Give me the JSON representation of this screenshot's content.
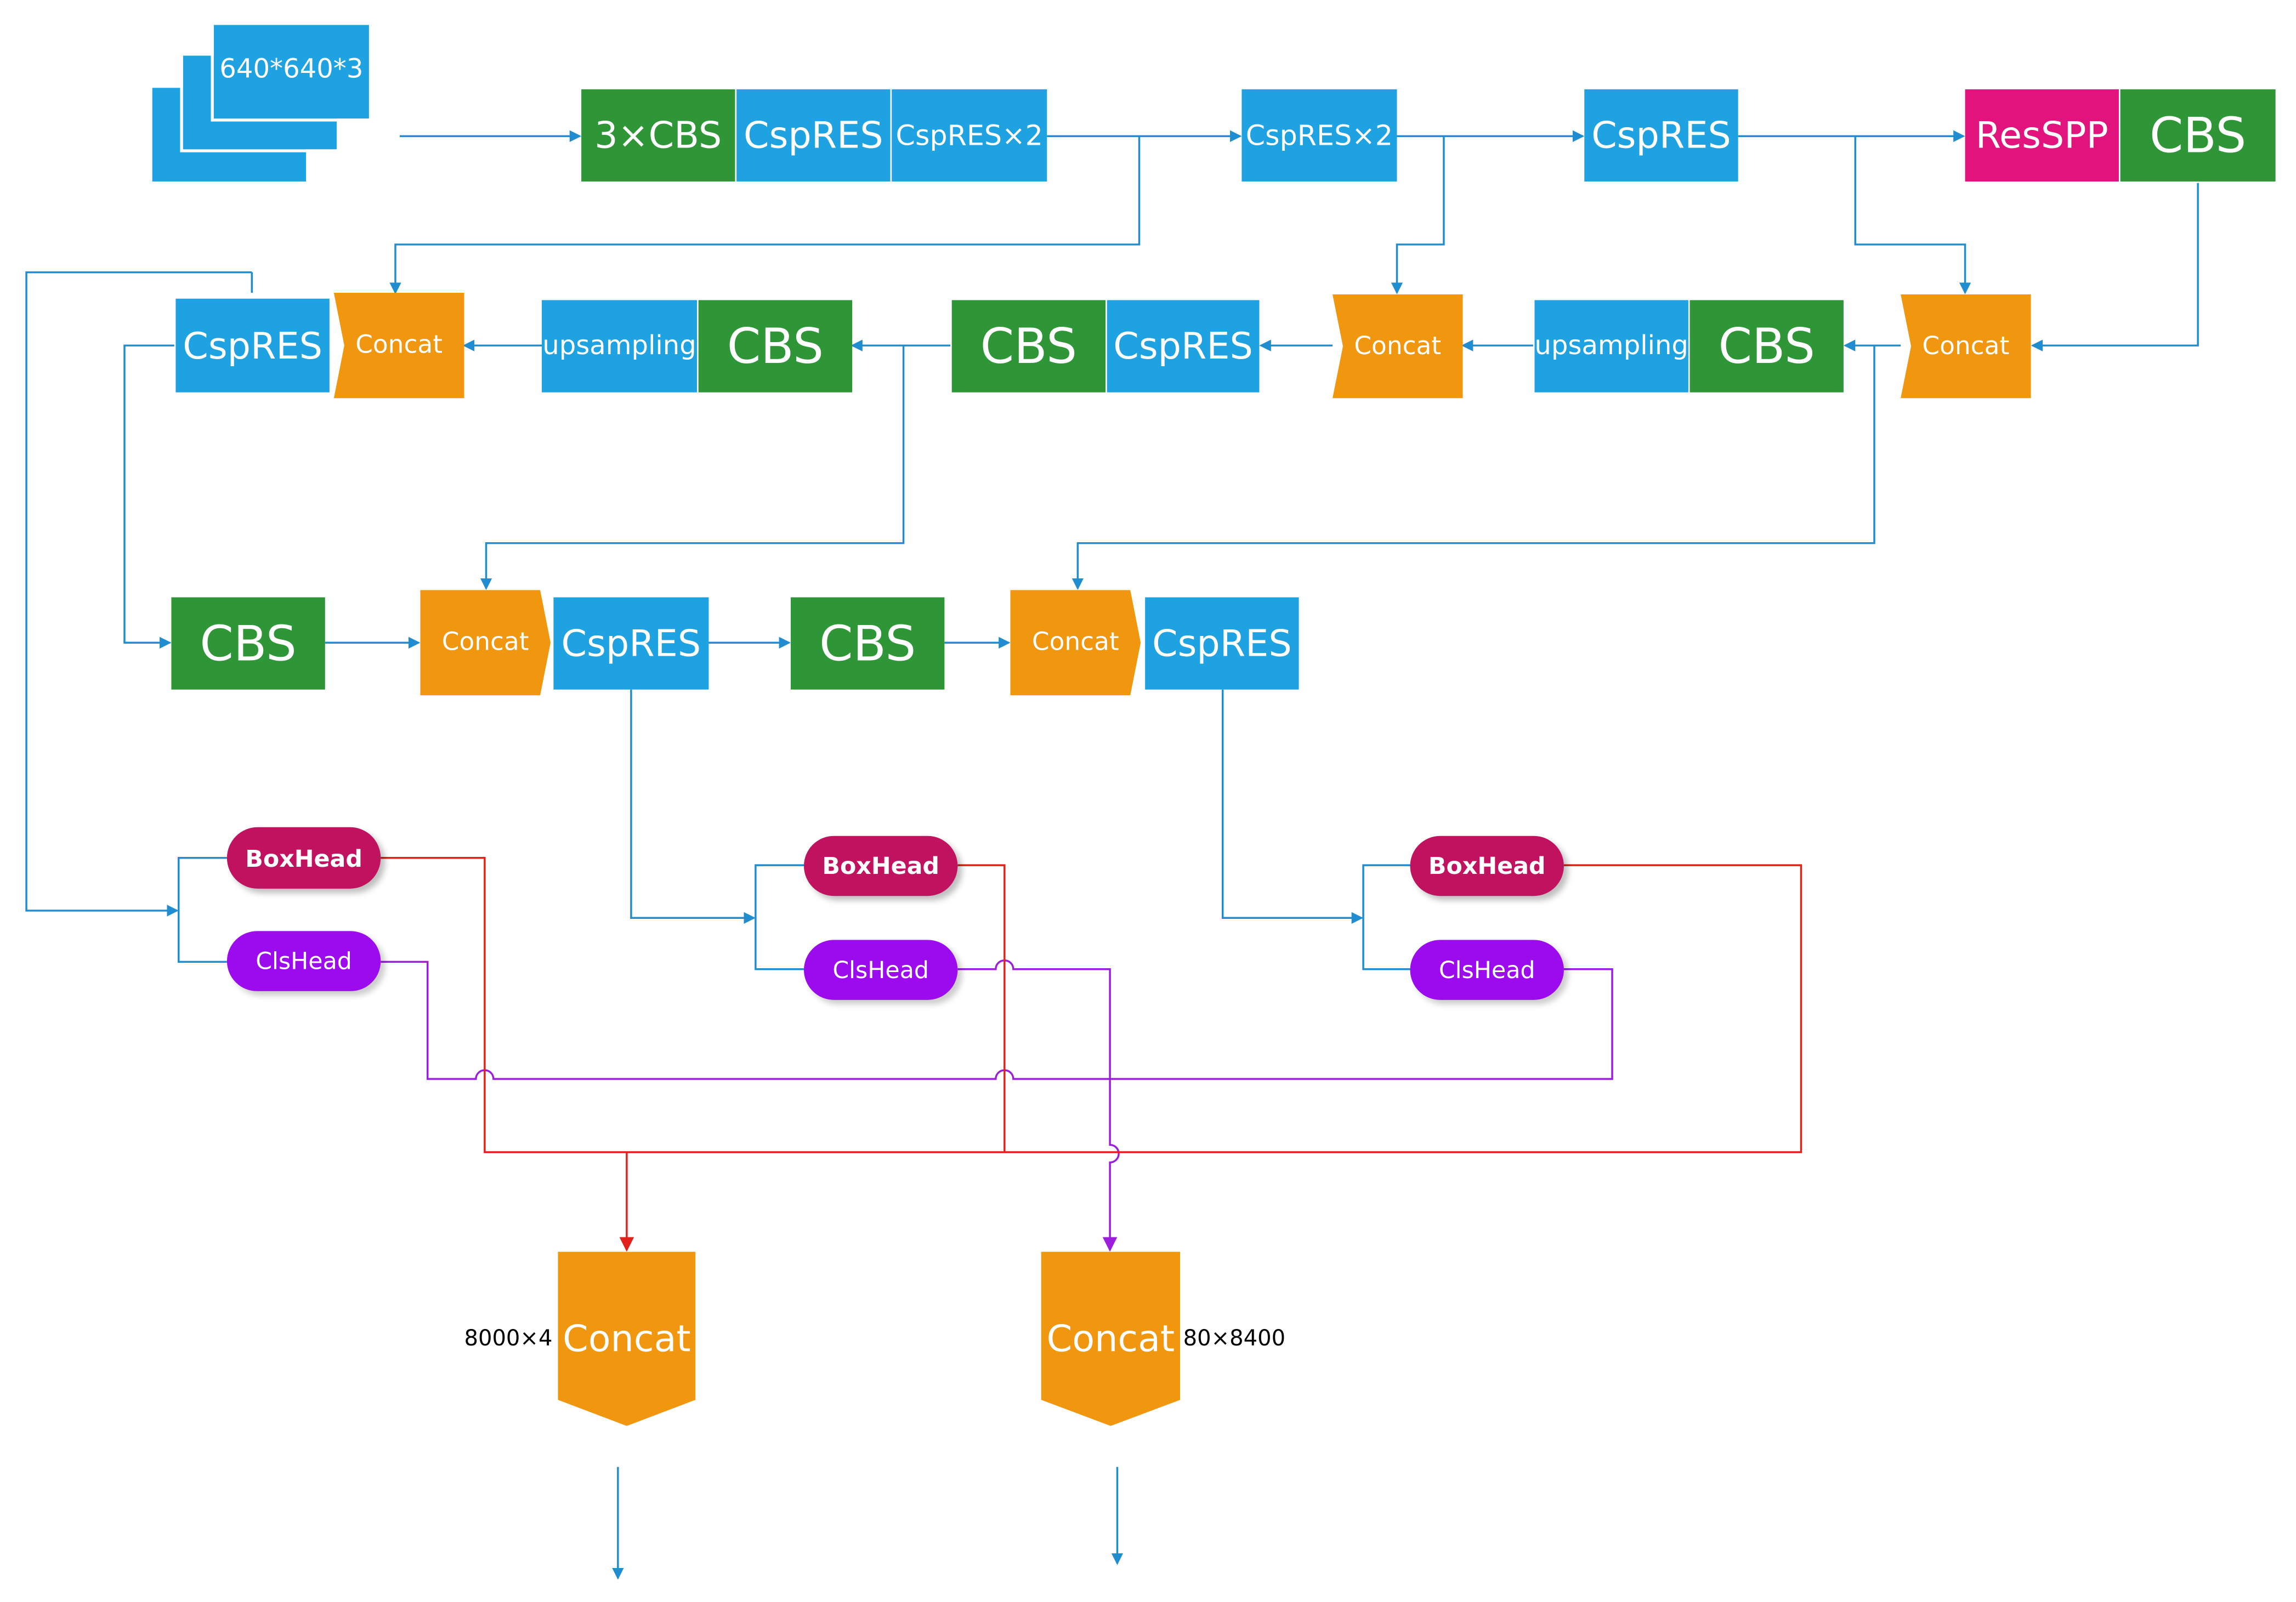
{
  "colors": {
    "blue": "#1fa2e1",
    "green": "#2f9638",
    "pink": "#e1137d",
    "orange": "#f0970f",
    "boxhead": "#c1125f",
    "clshead": "#9c0bee",
    "line_blue": "#1f8dd0",
    "line_red": "#e0221a",
    "line_purple": "#9c1ddb"
  },
  "input": {
    "label": "640*640*3"
  },
  "row1": {
    "cbs3": "3×CBS",
    "cspres_a": "CspRES",
    "cspres_x2_a": "CspRES×2",
    "cspres_x2_b": "CspRES×2",
    "cspres_b": "CspRES",
    "resspp": "ResSPP",
    "cbs": "CBS"
  },
  "row2": {
    "cspres_left": "CspRES",
    "concat_left": "Concat",
    "upsampling_left": "upsampling",
    "cbs_mid_left": "CBS",
    "cbs_mid": "CBS",
    "cspres_mid": "CspRES",
    "concat_mid": "Concat",
    "upsampling_right": "upsampling",
    "cbs_right": "CBS",
    "concat_right": "Concat"
  },
  "row3": {
    "cbs_a": "CBS",
    "concat_a": "Concat",
    "cspres_a": "CspRES",
    "cbs_b": "CBS",
    "concat_b": "Concat",
    "cspres_b": "CspRES"
  },
  "heads": {
    "boxhead": "BoxHead",
    "clshead": "ClsHead"
  },
  "outputs": {
    "concat_box": "Concat",
    "concat_cls": "Concat",
    "box_dims": "8000×4",
    "cls_dims": "80×8400"
  }
}
